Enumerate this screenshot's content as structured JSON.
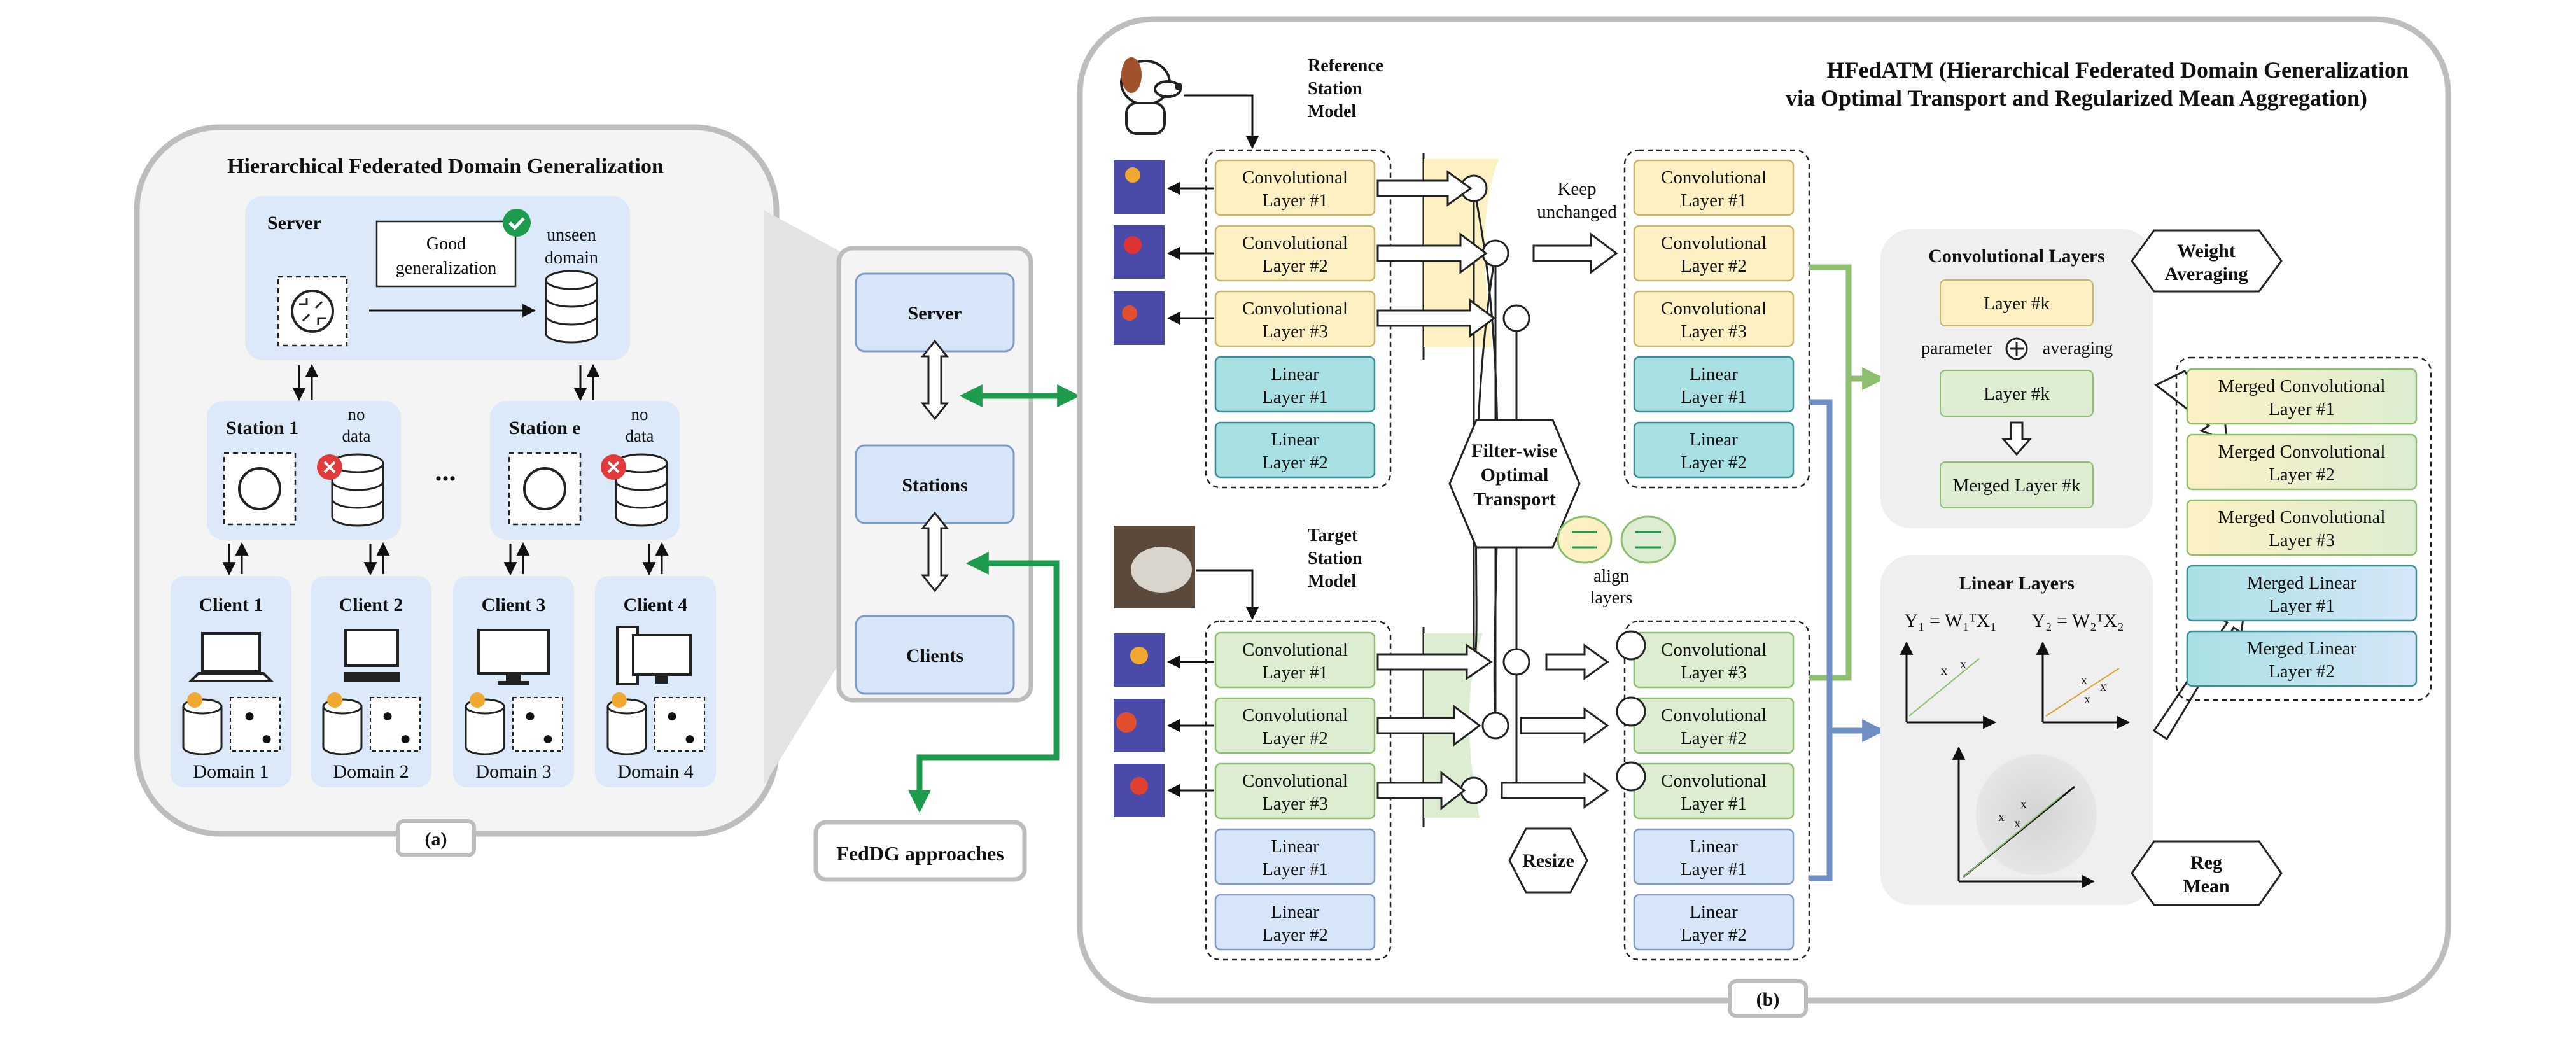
{
  "panel_a": {
    "title": "Hierarchical Federated Domain Generalization",
    "caption": "(a)",
    "server": {
      "label": "Server",
      "good_gen_1": "Good",
      "good_gen_2": "generalization",
      "unseen_1": "unseen",
      "unseen_2": "domain"
    },
    "station_left": {
      "label": "Station 1",
      "nodata_1": "no",
      "nodata_2": "data"
    },
    "station_right": {
      "label": "Station e",
      "nodata_1": "no",
      "nodata_2": "data"
    },
    "ellipsis": "...",
    "clients": [
      {
        "label": "Client 1",
        "domain": "Domain 1"
      },
      {
        "label": "Client 2",
        "domain": "Domain 2"
      },
      {
        "label": "Client 3",
        "domain": "Domain 3"
      },
      {
        "label": "Client 4",
        "domain": "Domain 4"
      }
    ]
  },
  "middle": {
    "server": "Server",
    "stations": "Stations",
    "clients": "Clients",
    "fedDG": "FedDG approaches"
  },
  "panel_b": {
    "title_1": "HFedATM (Hierarchical Federated Domain Generalization",
    "title_2": "via Optimal Transport and Regularized Mean Aggregation)",
    "caption": "(b)",
    "reference_1": "Reference",
    "reference_2": "Station",
    "reference_3": "Model",
    "target_1": "Target",
    "target_2": "Station",
    "target_3": "Model",
    "keep_1": "Keep",
    "keep_2": "unchanged",
    "fot_1": "Filter-wise",
    "fot_2": "Optimal",
    "fot_3": "Transport",
    "align_1": "align",
    "align_2": "layers",
    "resize": "Resize",
    "ref_layers": [
      [
        "Convolutional",
        "Layer #1"
      ],
      [
        "Convolutional",
        "Layer #2"
      ],
      [
        "Convolutional",
        "Layer #3"
      ],
      [
        "Linear",
        "Layer #1"
      ],
      [
        "Linear",
        "Layer #2"
      ]
    ],
    "ref_out_layers": [
      [
        "Convolutional",
        "Layer #1"
      ],
      [
        "Convolutional",
        "Layer #2"
      ],
      [
        "Convolutional",
        "Layer #3"
      ],
      [
        "Linear",
        "Layer #1"
      ],
      [
        "Linear",
        "Layer #2"
      ]
    ],
    "tgt_layers": [
      [
        "Convolutional",
        "Layer #1"
      ],
      [
        "Convolutional",
        "Layer #2"
      ],
      [
        "Convolutional",
        "Layer #3"
      ],
      [
        "Linear",
        "Layer #1"
      ],
      [
        "Linear",
        "Layer #2"
      ]
    ],
    "tgt_out_layers": [
      [
        "Convolutional",
        "Layer #3"
      ],
      [
        "Convolutional",
        "Layer #2"
      ],
      [
        "Convolutional",
        "Layer #1"
      ],
      [
        "Linear",
        "Layer #1"
      ],
      [
        "Linear",
        "Layer #2"
      ]
    ],
    "conv_box": {
      "title": "Convolutional Layers",
      "layer_k": "Layer #k",
      "parameter": "parameter",
      "averaging": "averaging",
      "merged": "Merged Layer #k"
    },
    "weight_avg_1": "Weight",
    "weight_avg_2": "Averaging",
    "linear_box": {
      "title": "Linear Layers",
      "eq1": "Y₁ = W₁ᵀX₁",
      "eq2": "Y₂ = W₂ᵀX₂"
    },
    "reg_1": "Reg",
    "reg_2": "Mean",
    "merged_layers": [
      [
        "Merged Convolutional",
        "Layer #1"
      ],
      [
        "Merged Convolutional",
        "Layer #2"
      ],
      [
        "Merged Convolutional",
        "Layer #3"
      ],
      [
        "Merged Linear",
        "Layer #1"
      ],
      [
        "Merged Linear",
        "Layer #2"
      ]
    ]
  },
  "colors": {
    "yellow": "#fdf1c4",
    "green": "#dcedd2",
    "teal": "#a8e0e3",
    "blue": "#d6e6f8",
    "panel_blue": "#dce9f8",
    "arrow_green": "#1e9c4e",
    "arrow_lightgreen": "#8dbf6f",
    "arrow_blue": "#6f8fc4"
  }
}
